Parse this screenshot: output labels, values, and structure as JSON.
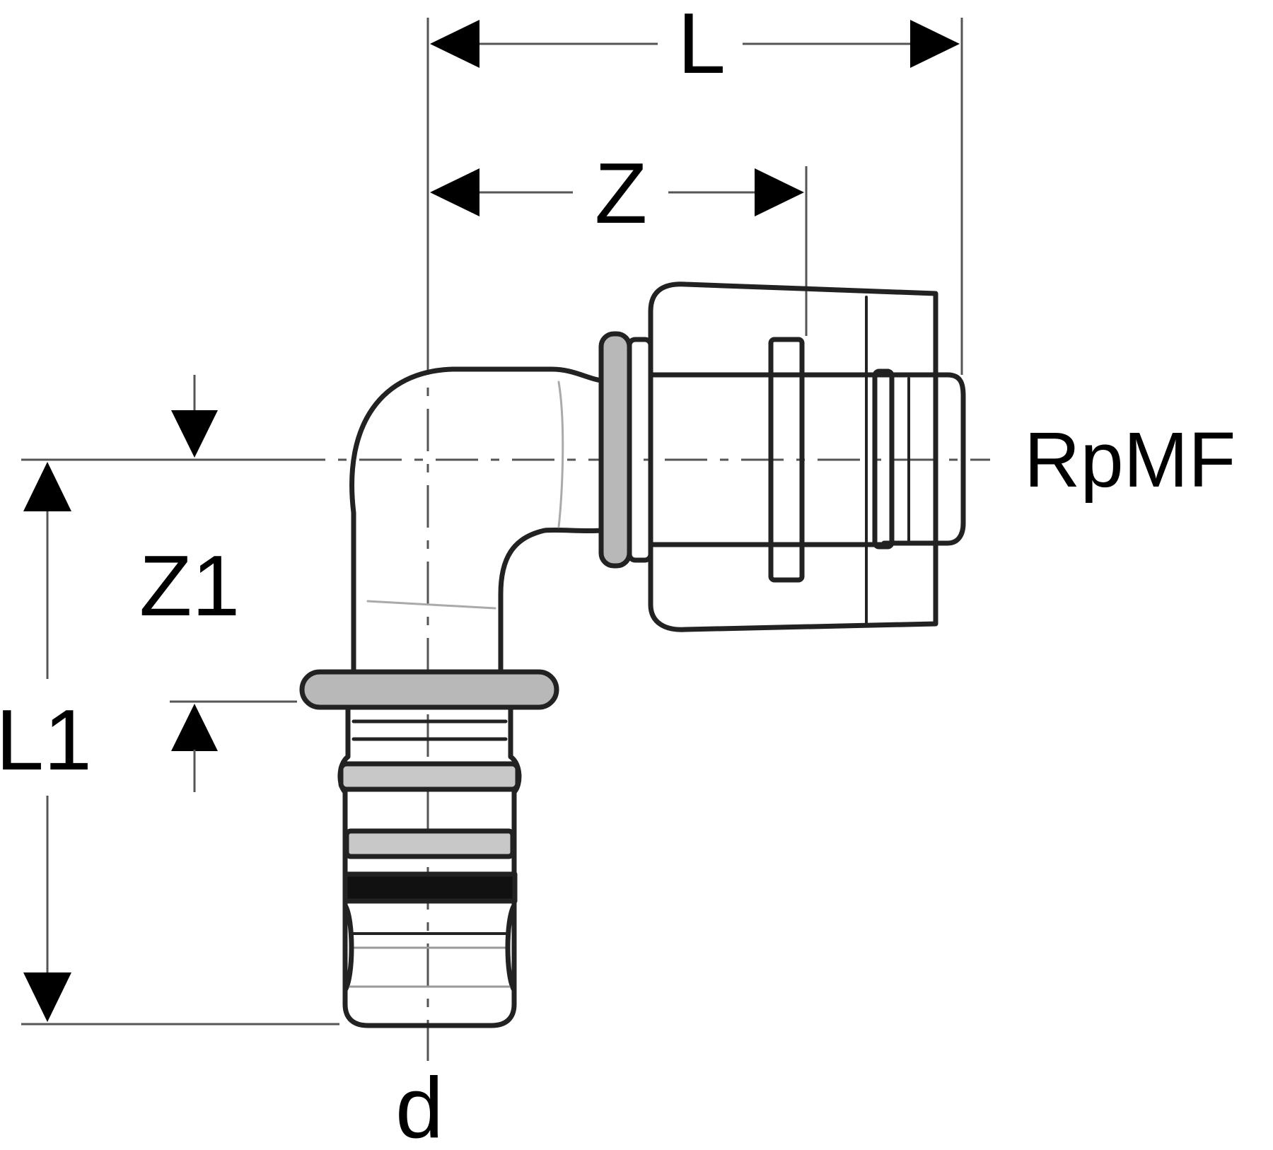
{
  "labels": {
    "L": "L",
    "Z": "Z",
    "Z1": "Z1",
    "L1": "L1",
    "d": "d",
    "thread": "RpMF"
  }
}
